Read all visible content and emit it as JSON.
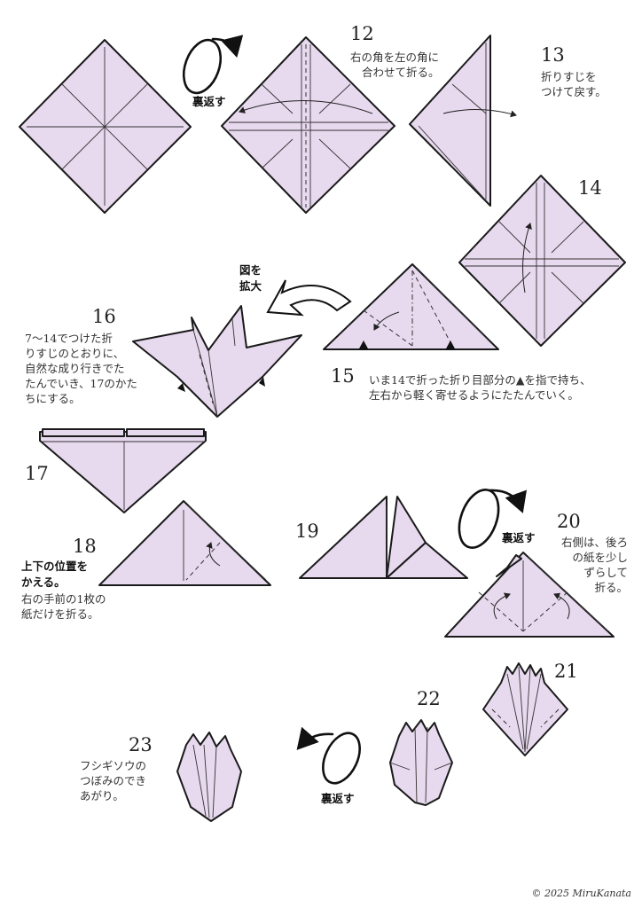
{
  "steps": {
    "s12": {
      "number": "12",
      "text": [
        "右の角を左の角に",
        "合わせて折る。"
      ]
    },
    "s13": {
      "number": "13",
      "text": [
        "折りすじを",
        "つけて戻す。"
      ]
    },
    "s14": {
      "number": "14"
    },
    "s15": {
      "number": "15",
      "text": [
        "いま14で折った折り目部分の▲を指で持ち、",
        "左右から軽く寄せるようにたたんでいく。"
      ]
    },
    "s16": {
      "number": "16",
      "text": [
        "7〜14でつけた折",
        "りすじのとおりに、",
        "自然な成り行きでた",
        "たんでいき、17のかた",
        "ちにする。"
      ]
    },
    "s17": {
      "number": "17"
    },
    "s18": {
      "number": "18",
      "bold": [
        "上下の位置を",
        "かえる。"
      ],
      "text": [
        "右の手前の1枚の",
        "紙だけを折る。"
      ]
    },
    "s19": {
      "number": "19"
    },
    "s20": {
      "number": "20",
      "text": [
        "右側は、後ろ",
        "の紙を少し",
        "ずらして",
        "折る。"
      ]
    },
    "s21": {
      "number": "21"
    },
    "s22": {
      "number": "22"
    },
    "s23": {
      "number": "23",
      "text": [
        "フシギソウの",
        "つぼみのでき",
        "あがり。"
      ]
    }
  },
  "labels": {
    "flip": "裏返す",
    "zoom": [
      "図を",
      "拡大"
    ]
  },
  "copyright": "© 2025 MiruKanata",
  "colors": {
    "paper": "#e7d9ee",
    "outline": "#1a1a1a"
  }
}
